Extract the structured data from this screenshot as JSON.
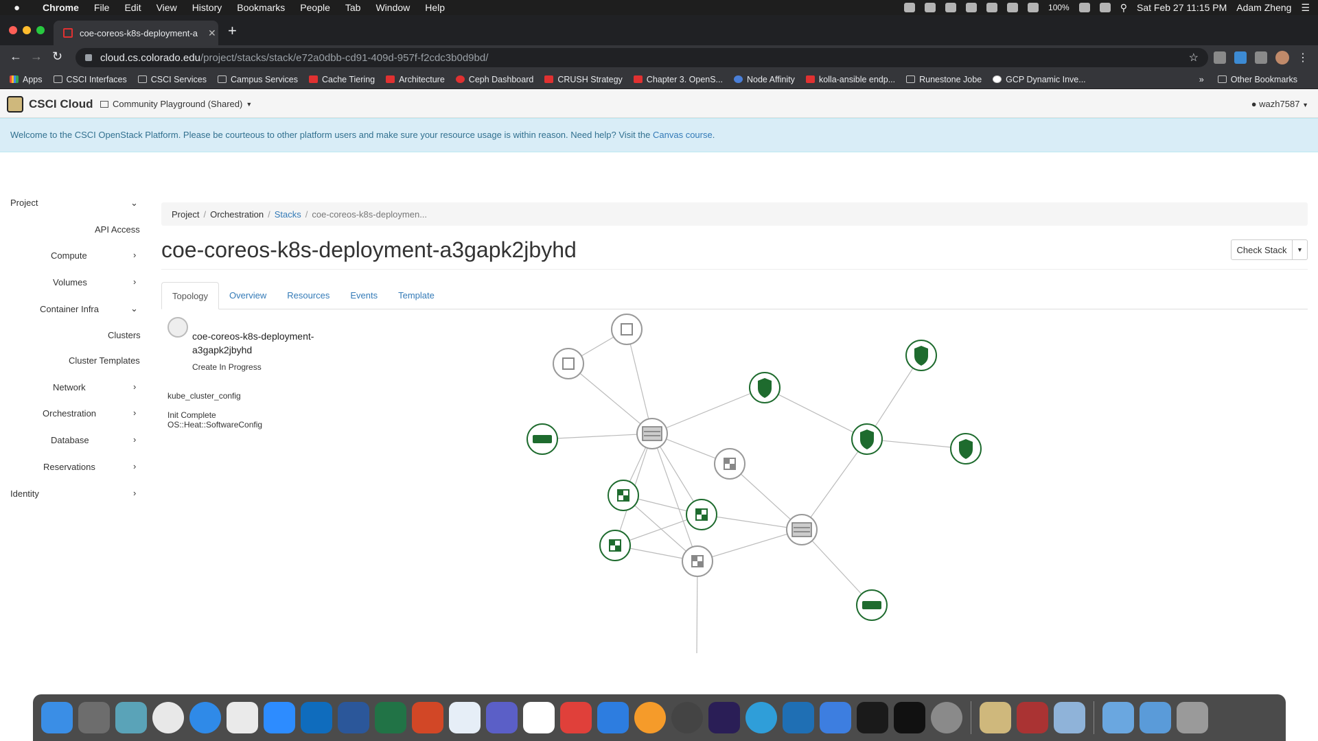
{
  "menubar": {
    "apple": "",
    "items": [
      "Chrome",
      "File",
      "Edit",
      "View",
      "History",
      "Bookmarks",
      "People",
      "Tab",
      "Window",
      "Help"
    ],
    "battery": "100%",
    "datetime": "Sat Feb 27  11:15 PM",
    "user": "Adam Zheng"
  },
  "browser": {
    "tab_title": "coe-coreos-k8s-deployment-a",
    "url_domain": "cloud.cs.colorado.edu",
    "url_path": "/project/stacks/stack/e72a0dbb-cd91-409d-957f-f2cdc3b0d9bd/",
    "bookmarks": [
      "Apps",
      "CSCI Interfaces",
      "CSCI Services",
      "Campus Services",
      "Cache Tiering",
      "Architecture",
      "Ceph Dashboard",
      "CRUSH Strategy",
      "Chapter 3. OpenS...",
      "Node Affinity",
      "kolla-ansible endp...",
      "Runestone Jobe",
      "GCP Dynamic Inve..."
    ],
    "bookmarks_more": "»",
    "other_bookmarks": "Other Bookmarks"
  },
  "navbar": {
    "brand": "CSCI Cloud",
    "project": "Community Playground (Shared)",
    "user": "wazh7587"
  },
  "alert": {
    "text": "Welcome to the CSCI OpenStack Platform. Please be courteous to other platform users and make sure your resource usage is within reason. Need help? Visit the ",
    "link": "Canvas course",
    "tail": "."
  },
  "sidebar": {
    "project": "Project",
    "api_access": "API Access",
    "compute": "Compute",
    "volumes": "Volumes",
    "container_infra": "Container Infra",
    "clusters": "Clusters",
    "cluster_templates": "Cluster Templates",
    "network": "Network",
    "orchestration": "Orchestration",
    "database": "Database",
    "reservations": "Reservations",
    "identity": "Identity"
  },
  "breadcrumb": {
    "project": "Project",
    "orchestration": "Orchestration",
    "stacks": "Stacks",
    "current": "coe-coreos-k8s-deploymen..."
  },
  "page": {
    "title": "coe-coreos-k8s-deployment-a3gapk2jbyhd",
    "check_stack": "Check Stack"
  },
  "tabs": [
    "Topology",
    "Overview",
    "Resources",
    "Events",
    "Template"
  ],
  "info": {
    "stack_name": "coe-coreos-k8s-deployment-a3gapk2jbyhd",
    "stack_status": "Create In Progress",
    "resource_name": "kube_cluster_config",
    "resource_status": "Init Complete",
    "resource_type": "OS::Heat::SoftwareConfig"
  },
  "colors": {
    "accent": "#337ab7",
    "node_complete": "#1e6b2e",
    "node_pending": "#888888",
    "alert_bg": "#d9edf7"
  }
}
